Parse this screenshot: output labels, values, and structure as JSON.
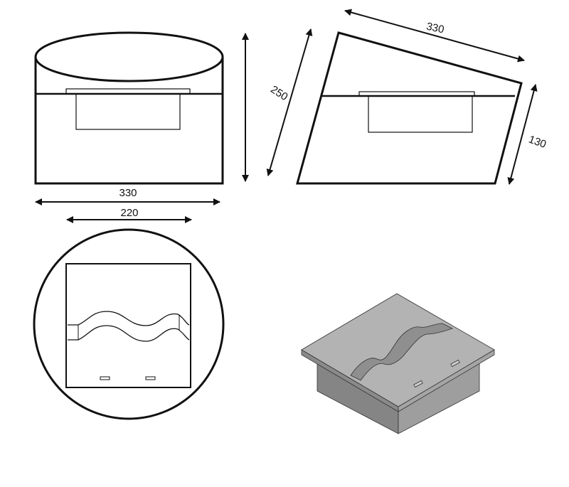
{
  "front_view": {
    "width_label": "330",
    "inner_width_label": "220"
  },
  "side_view": {
    "height_label": "250",
    "top_label": "330",
    "back_label": "130"
  },
  "colors": {
    "line": "#111111",
    "body": "#8c8c8c",
    "top": "#b5b5b5"
  }
}
